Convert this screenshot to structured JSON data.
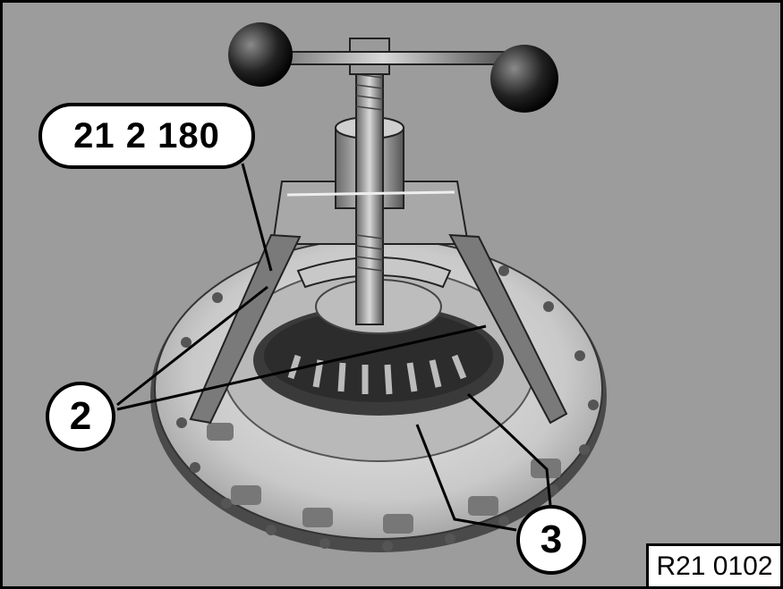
{
  "tool_number": "21 2 180",
  "callouts": {
    "c2": "2",
    "c3": "3"
  },
  "figure_ref": "R21 0102",
  "icons": {
    "main": "clutch-compressor-tool-icon"
  },
  "colors": {
    "background": "#9c9c9c",
    "outline": "#000000",
    "label_fill": "#ffffff"
  }
}
